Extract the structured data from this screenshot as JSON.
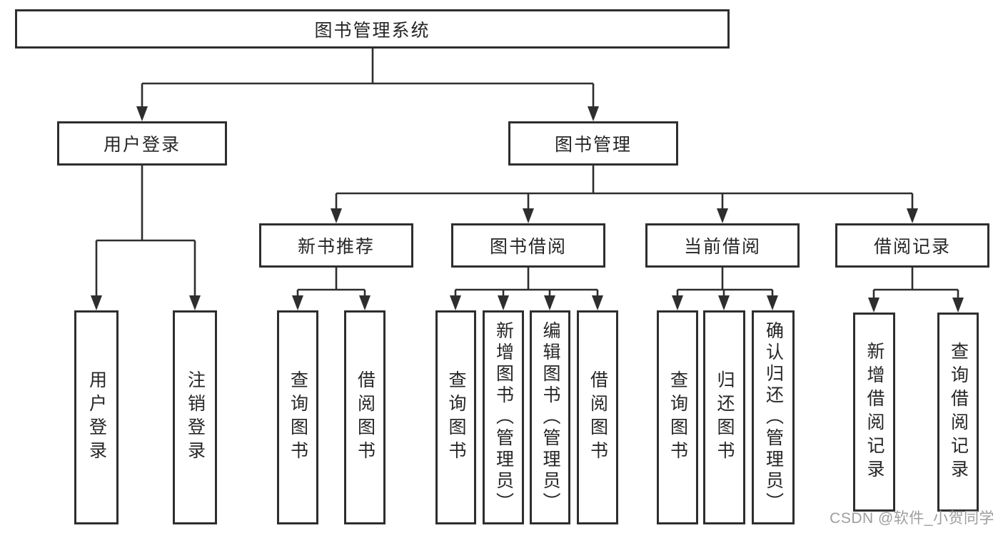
{
  "tree": {
    "label": "图书管理系统",
    "children": [
      {
        "label": "用户登录",
        "children": [
          {
            "label": "用户登录"
          },
          {
            "label": "注销登录"
          }
        ]
      },
      {
        "label": "图书管理",
        "children": [
          {
            "label": "新书推荐",
            "children": [
              {
                "label": "查询图书"
              },
              {
                "label": "借阅图书"
              }
            ]
          },
          {
            "label": "图书借阅",
            "children": [
              {
                "label": "查询图书"
              },
              {
                "label": "新增图书（管理员）"
              },
              {
                "label": "编辑图书（管理员）"
              },
              {
                "label": "借阅图书"
              }
            ]
          },
          {
            "label": "当前借阅",
            "children": [
              {
                "label": "查询图书"
              },
              {
                "label": "归还图书"
              },
              {
                "label": "确认归还（管理员）"
              }
            ]
          },
          {
            "label": "借阅记录",
            "children": [
              {
                "label": "新增借阅记录"
              },
              {
                "label": "查询借阅记录"
              }
            ]
          }
        ]
      }
    ]
  },
  "watermark": {
    "text": "CSDN @软件_小贺同学"
  },
  "colors": {
    "line": "#2e2e2e",
    "text": "#262626",
    "box_background": "#ffffff",
    "watermark": "#9e9e9e"
  }
}
